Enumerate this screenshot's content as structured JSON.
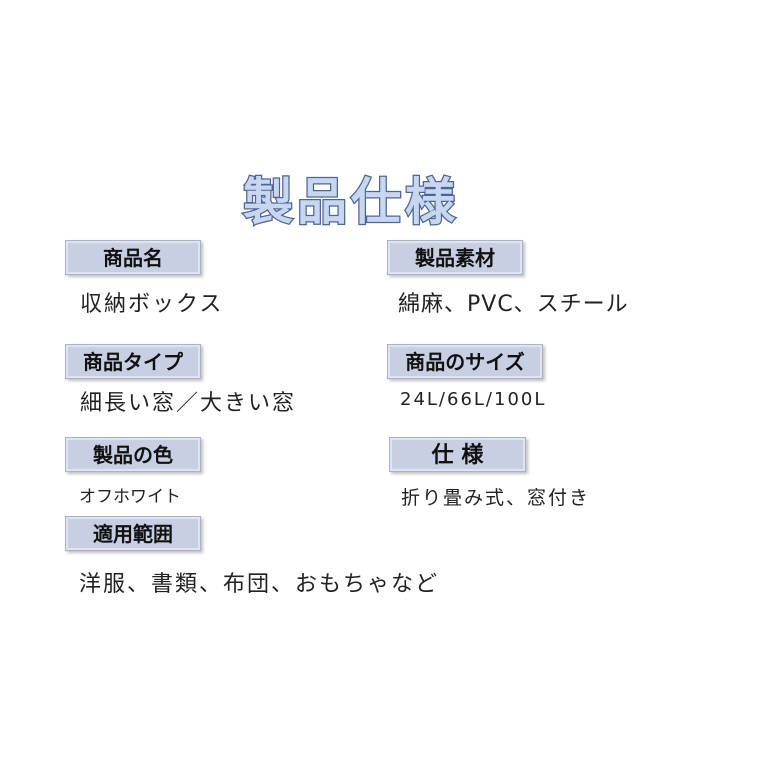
{
  "title": "製品仕様",
  "specs": {
    "product_name": {
      "label": "商品名",
      "value": "収納ボックス"
    },
    "material": {
      "label": "製品素材",
      "value": "綿麻、PVC、スチール"
    },
    "type": {
      "label": "商品タイプ",
      "value": "細長い窓／大きい窓"
    },
    "size": {
      "label": "商品のサイズ",
      "value": "24L/66L/100L"
    },
    "color": {
      "label": "製品の色",
      "value": "オフホワイト"
    },
    "spec": {
      "label": "仕 様",
      "value": "折り畳み式、窓付き"
    },
    "usage": {
      "label": "適用範囲",
      "value": "洋服、書類、布団、おもちゃなど"
    }
  }
}
